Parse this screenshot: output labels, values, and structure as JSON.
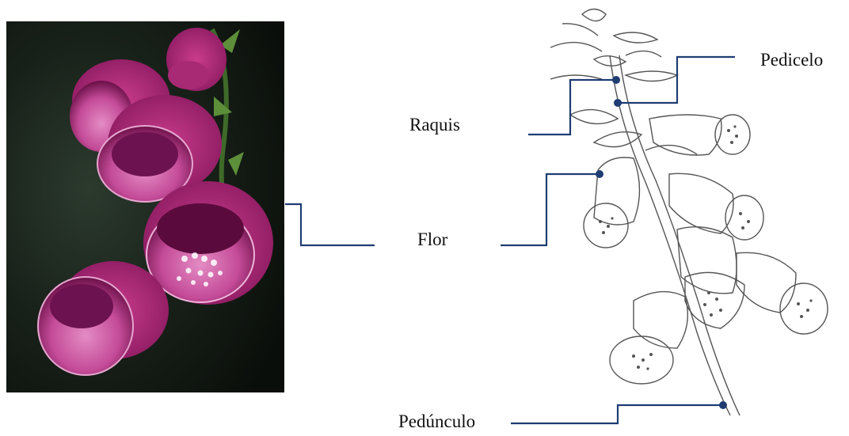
{
  "labels": {
    "raquis": "Raquis",
    "pedicelo": "Pedicelo",
    "flor": "Flor",
    "pedunculo": "Pedúnculo"
  },
  "colors": {
    "leader_line": "#1f3d73",
    "background": "#ffffff",
    "photo_background": "#121812",
    "corolla_outer": "#9c1e6c",
    "corolla_inner": "#d45aa6",
    "corolla_throat": "#5a0a3c",
    "drawing_ink": "#555555"
  },
  "images": {
    "photo": "foxglove-flower-photo",
    "drawing": "foxglove-inflorescence-line-drawing"
  }
}
